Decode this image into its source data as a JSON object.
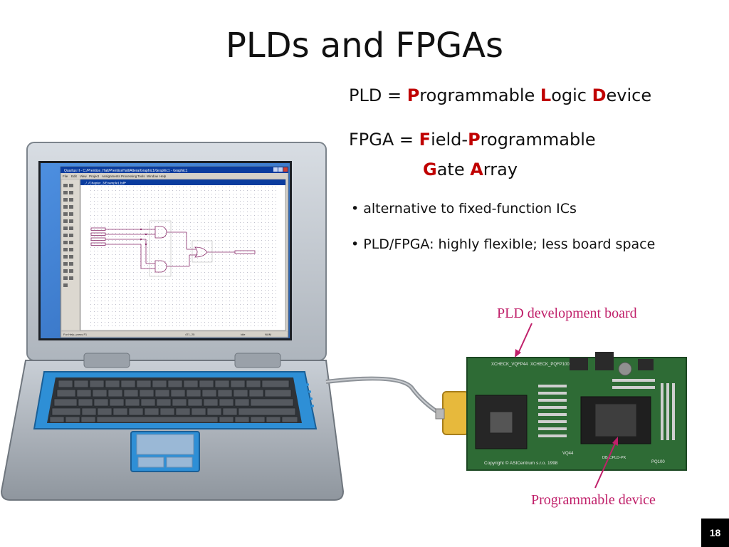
{
  "slide": {
    "title": "PLDs and FPGAs",
    "pld_line": {
      "prefix": "PLD = ",
      "p": "P",
      "p_rest": "rogrammable ",
      "l": "L",
      "l_rest": "ogic ",
      "d": "D",
      "d_rest": "evice"
    },
    "fpga_line1": {
      "prefix": "FPGA = ",
      "f": "F",
      "f_rest": "ield-",
      "p": "P",
      "p_rest": "rogrammable"
    },
    "fpga_line2": {
      "g": "G",
      "g_rest": "ate ",
      "a": "A",
      "a_rest": "rray"
    },
    "bullets": [
      "• alternative to fixed-function ICs",
      "• PLD/FPGA: highly flexible; less board space"
    ],
    "page_number": "18"
  },
  "figure": {
    "window_title": "Quartus II - C:/Prentice_Hall/PrenticeHall/Altera/Graphic1/Graphic1 - Graphic1",
    "menu": [
      "File",
      "Edit",
      "View",
      "Project",
      "Assignments",
      "Processing",
      "Tools",
      "Window",
      "Help"
    ],
    "doc_title": "../../Chapter_3/Example1.bdf*",
    "status_left": "For Help, press F1",
    "status_coords": "471, 25",
    "status_mode": "Idle",
    "status_num": "NUM",
    "board_label": "PLD development board",
    "device_label": "Programmable device",
    "silk_left": "XCHECK_VQFP44",
    "silk_right": "XCHECK_PQFP100",
    "silk_copyright": "Copyright © ASICentrum s.r.o. 1998",
    "silk_vq": "VQ44",
    "silk_pq": "PQ100",
    "silk_mid": "DB-CPLD-PK",
    "colors": {
      "label": "#c0206a",
      "board": "#2e6b35",
      "screen_bg": "#3a78c8"
    }
  }
}
